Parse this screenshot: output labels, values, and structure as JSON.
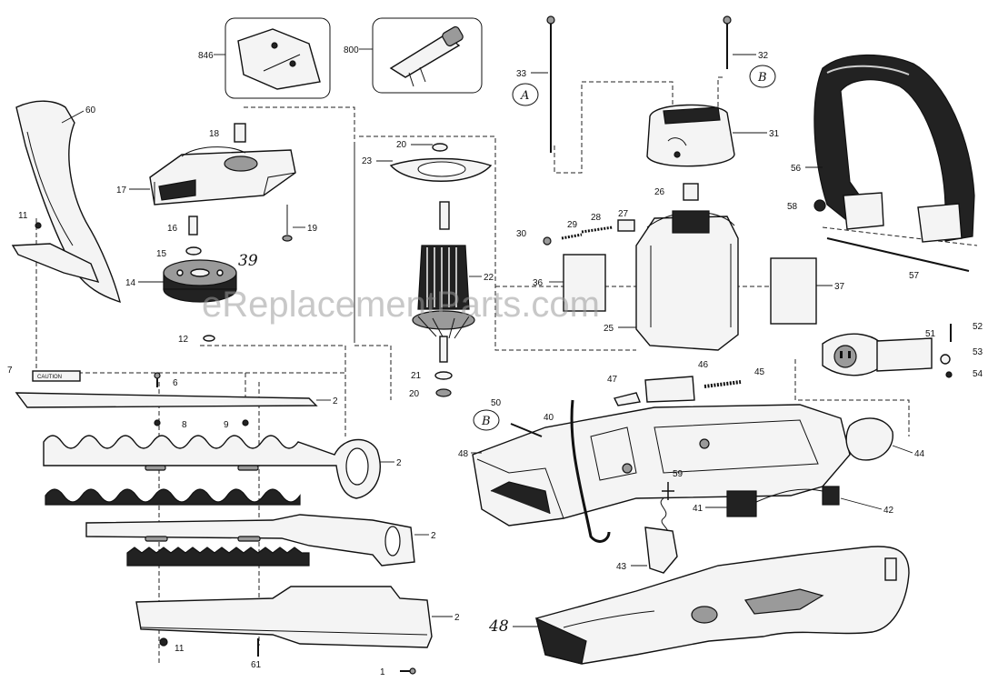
{
  "watermark": "eReplacementParts.com",
  "caution_text": "CAUTION",
  "labels": {
    "p1": "1",
    "p2a": "2",
    "p2b": "2",
    "p2c": "2",
    "p2d": "2",
    "p6": "6",
    "p7": "7",
    "p8": "8",
    "p9": "9",
    "p11a": "11",
    "p11b": "11",
    "p12": "12",
    "p14": "14",
    "p15": "15",
    "p16": "16",
    "p17": "17",
    "p18": "18",
    "p19": "19",
    "p20a": "20",
    "p20b": "20",
    "p21": "21",
    "p22": "22",
    "p23": "23",
    "p25": "25",
    "p26": "26",
    "p27": "27",
    "p28": "28",
    "p29": "29",
    "p30": "30",
    "p31": "31",
    "p32": "32",
    "p33": "33",
    "p36": "36",
    "p37": "37",
    "p39": "39",
    "p40": "40",
    "p41": "41",
    "p42": "42",
    "p43": "43",
    "p44": "44",
    "p45": "45",
    "p46": "46",
    "p47": "47",
    "p48a": "48",
    "p48b": "48",
    "p50": "50",
    "p51": "51",
    "p52": "52",
    "p53": "53",
    "p54": "54",
    "p56": "56",
    "p57": "57",
    "p58": "58",
    "p59": "59",
    "p60": "60",
    "p61": "61",
    "p800": "800",
    "p846": "846"
  },
  "circled_letters": {
    "a": "A",
    "b1": "B",
    "b2": "B"
  }
}
